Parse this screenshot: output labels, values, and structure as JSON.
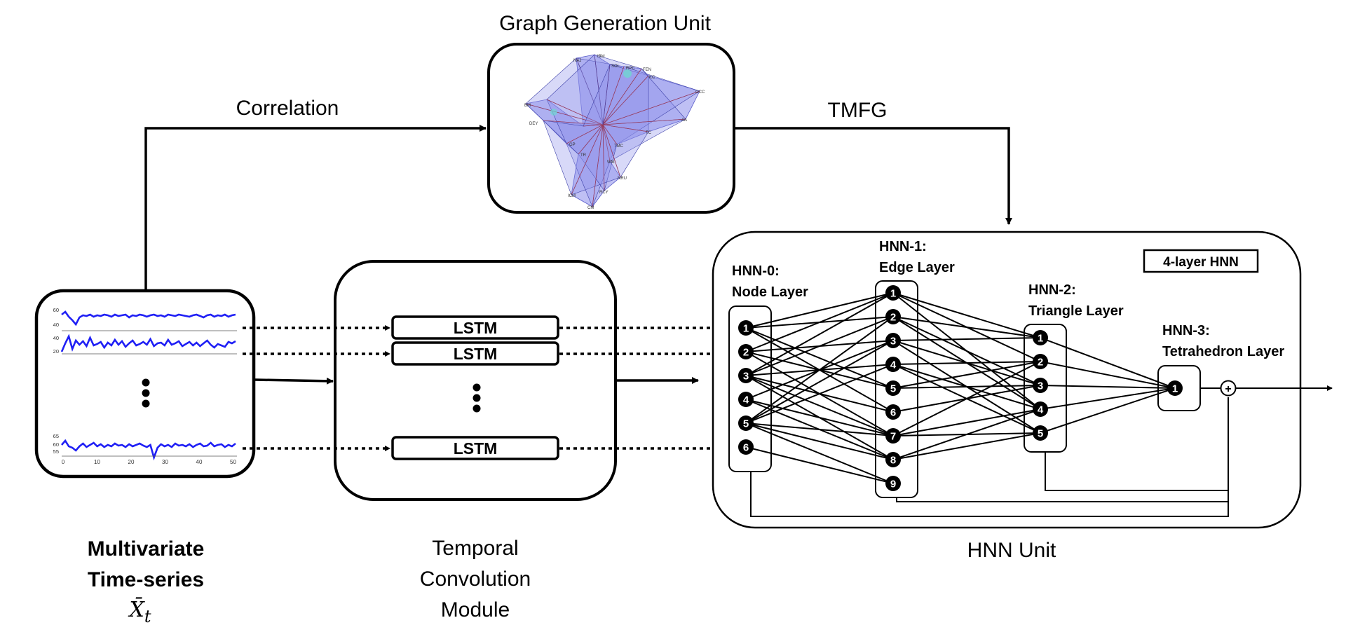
{
  "labels": {
    "graph_unit": "Graph Generation Unit",
    "correlation": "Correlation",
    "tmfg": "TMFG",
    "lstm": "LSTM",
    "mts_line1": "Multivariate",
    "mts_line2": "Time-series",
    "mts_symbol": "X̄",
    "mts_subscript": "t",
    "tcm_line1": "Temporal",
    "tcm_line2": "Convolution",
    "tcm_line3": "Module",
    "hnn_unit": "HNN Unit",
    "hnn_badge": "4-layer HNN",
    "hnn0_a": "HNN-0:",
    "hnn0_b": "Node Layer",
    "hnn1_a": "HNN-1:",
    "hnn1_b": "Edge Layer",
    "hnn2_a": "HNN-2:",
    "hnn2_b": "Triangle Layer",
    "hnn3_a": "HNN-3:",
    "hnn3_b": "Tetrahedron Layer",
    "plus": "+"
  },
  "plot_ticks": {
    "y_top": [
      "60",
      "40"
    ],
    "y_second": [
      "40",
      "20"
    ],
    "y_bottom": [
      "65",
      "60",
      "55"
    ],
    "x": [
      "0",
      "10",
      "20",
      "30",
      "40",
      "50"
    ]
  },
  "graph_node_labels": [
    "NAJ",
    "IBM",
    "SOL",
    "RPC",
    "FEN",
    "KC",
    "OCC",
    "AA",
    "TC",
    "TMC",
    "WM",
    "NRU",
    "RCY",
    "CM",
    "ICM",
    "TR",
    "GP",
    "DEY",
    "BM"
  ],
  "layers": {
    "node": [
      "1",
      "2",
      "3",
      "4",
      "5",
      "6"
    ],
    "edge": [
      "1",
      "2",
      "3",
      "4",
      "5",
      "6",
      "7",
      "8",
      "9"
    ],
    "triangle": [
      "1",
      "2",
      "3",
      "4",
      "5"
    ],
    "tetra": [
      "1"
    ]
  },
  "connections": {
    "node_edge": [
      [
        1,
        1
      ],
      [
        1,
        2
      ],
      [
        1,
        5
      ],
      [
        1,
        6
      ],
      [
        2,
        1
      ],
      [
        2,
        3
      ],
      [
        2,
        5
      ],
      [
        2,
        7
      ],
      [
        3,
        1
      ],
      [
        3,
        2
      ],
      [
        3,
        4
      ],
      [
        3,
        6
      ],
      [
        3,
        7
      ],
      [
        3,
        8
      ],
      [
        4,
        3
      ],
      [
        4,
        7
      ],
      [
        4,
        8
      ],
      [
        5,
        2
      ],
      [
        5,
        3
      ],
      [
        5,
        4
      ],
      [
        5,
        7
      ],
      [
        5,
        8
      ],
      [
        5,
        9
      ],
      [
        6,
        9
      ]
    ],
    "edge_tri": [
      [
        1,
        1
      ],
      [
        1,
        2
      ],
      [
        1,
        4
      ],
      [
        2,
        1
      ],
      [
        2,
        3
      ],
      [
        2,
        4
      ],
      [
        3,
        1
      ],
      [
        3,
        3
      ],
      [
        3,
        5
      ],
      [
        4,
        2
      ],
      [
        4,
        4
      ],
      [
        4,
        5
      ],
      [
        5,
        2
      ],
      [
        5,
        3
      ],
      [
        6,
        3
      ],
      [
        7,
        2
      ],
      [
        7,
        4
      ],
      [
        7,
        5
      ],
      [
        8,
        4
      ],
      [
        8,
        5
      ]
    ],
    "tri_tet": [
      [
        1,
        1
      ],
      [
        2,
        1
      ],
      [
        3,
        1
      ],
      [
        4,
        1
      ],
      [
        5,
        1
      ]
    ]
  }
}
